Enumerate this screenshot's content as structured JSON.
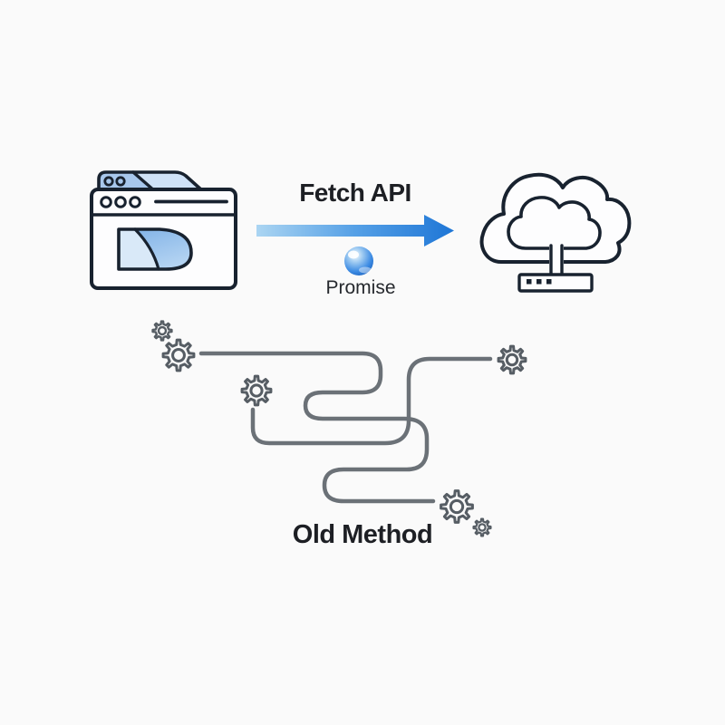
{
  "page": {
    "background_color": "#fafafa",
    "description": "Diagram comparing the Fetch API (straight promise-based arrow from browser to cloud server) with the tangled Old Method path"
  },
  "diagram": {
    "fetch_api_label": "Fetch API",
    "promise_label": "Promise",
    "old_method_label": "Old Method",
    "icons": [
      {
        "name": "browser-window-icon"
      },
      {
        "name": "arrow-right-icon"
      },
      {
        "name": "promise-sphere-icon"
      },
      {
        "name": "cloud-server-icon"
      },
      {
        "name": "tangled-path-icon"
      },
      {
        "name": "gear-icon"
      }
    ],
    "colors": {
      "background_color": "#fafafa",
      "outline": "#18222f",
      "text_dark": "#1d1f24",
      "arrow_gradient_start": "#abd5f2",
      "arrow_gradient_end": "#1e76d6",
      "sphere_blue": "#2f7fd9",
      "path_gray": "#6b7177",
      "gear_gray": "#565d64",
      "tab_blue": "#a7c7ec",
      "tab_blue_light": "#cfe2f7",
      "content_blue": "#7eb0e6",
      "content_blue_light": "#d9e9f8"
    }
  }
}
